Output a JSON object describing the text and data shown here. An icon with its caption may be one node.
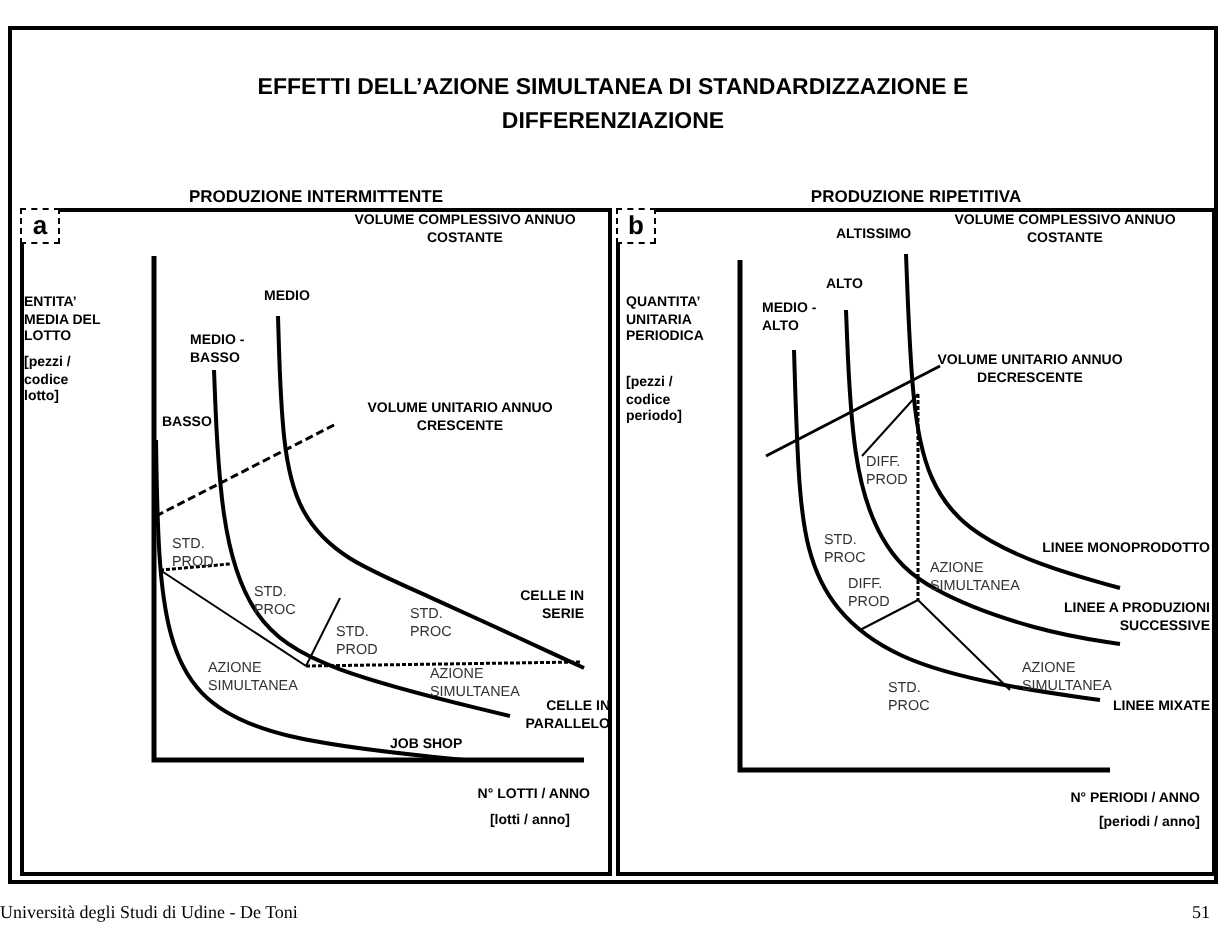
{
  "diagram": {
    "title": "EFFETTI DELL’AZIONE SIMULTANEA DI STANDARDIZZAZIONE E DIFFERENZIAZIONE",
    "nodes": [
      {
        "text": [
          "PRODUZIONE INTERMITTENTE"
        ]
      },
      {
        "text": [
          "a"
        ],
        "in": 0
      },
      {
        "text": [
          "PRODUZIONE RIPETITIVA"
        ]
      },
      {
        "text": [
          "b"
        ],
        "in": 2
      }
    ],
    "labels": [
      "VOLUME COMPLESSIVO ANNUO COSTANTE",
      "ENTITA’ MEDIA DEL LOTTO",
      "[pezzi / codice lotto]",
      "MEDIO",
      "MEDIO - BASSO",
      "BASSO",
      "VOLUME UNITARIO ANNUO CRESCENTE",
      "STD. PROD",
      "STD. PROC",
      "STD. PROC",
      "STD. PROD",
      "CELLE IN SERIE",
      "AZIONE SIMULTANEA",
      "AZIONE SIMULTANEA",
      "CELLE IN PARALLELO",
      "JOB SHOP",
      "N° LOTTI / ANNO",
      "[lotti / anno]",
      "VOLUME COMPLESSIVO ANNUO COSTANTE",
      "ALTISSIMO",
      "QUANTITA’ UNITARIA PERIODICA",
      "[pezzi / codice periodo]",
      "ALTO",
      "MEDIO - ALTO",
      "VOLUME UNITARIO ANNUO DECRESCENTE",
      "DIFF. PROD",
      "STD. PROC",
      "AZIONE SIMULTANEA",
      "LINEE MONOPRODOTTO",
      "DIFF. PROD",
      "LINEE A PRODUZIONI SUCCESSIVE",
      "AZIONE SIMULTANEA",
      "STD. PROC",
      "LINEE MIXATE",
      "N° PERIODI / ANNO",
      "[periodi / anno]",
      "Università degli Studi di Udine - De Toni",
      "51"
    ]
  }
}
